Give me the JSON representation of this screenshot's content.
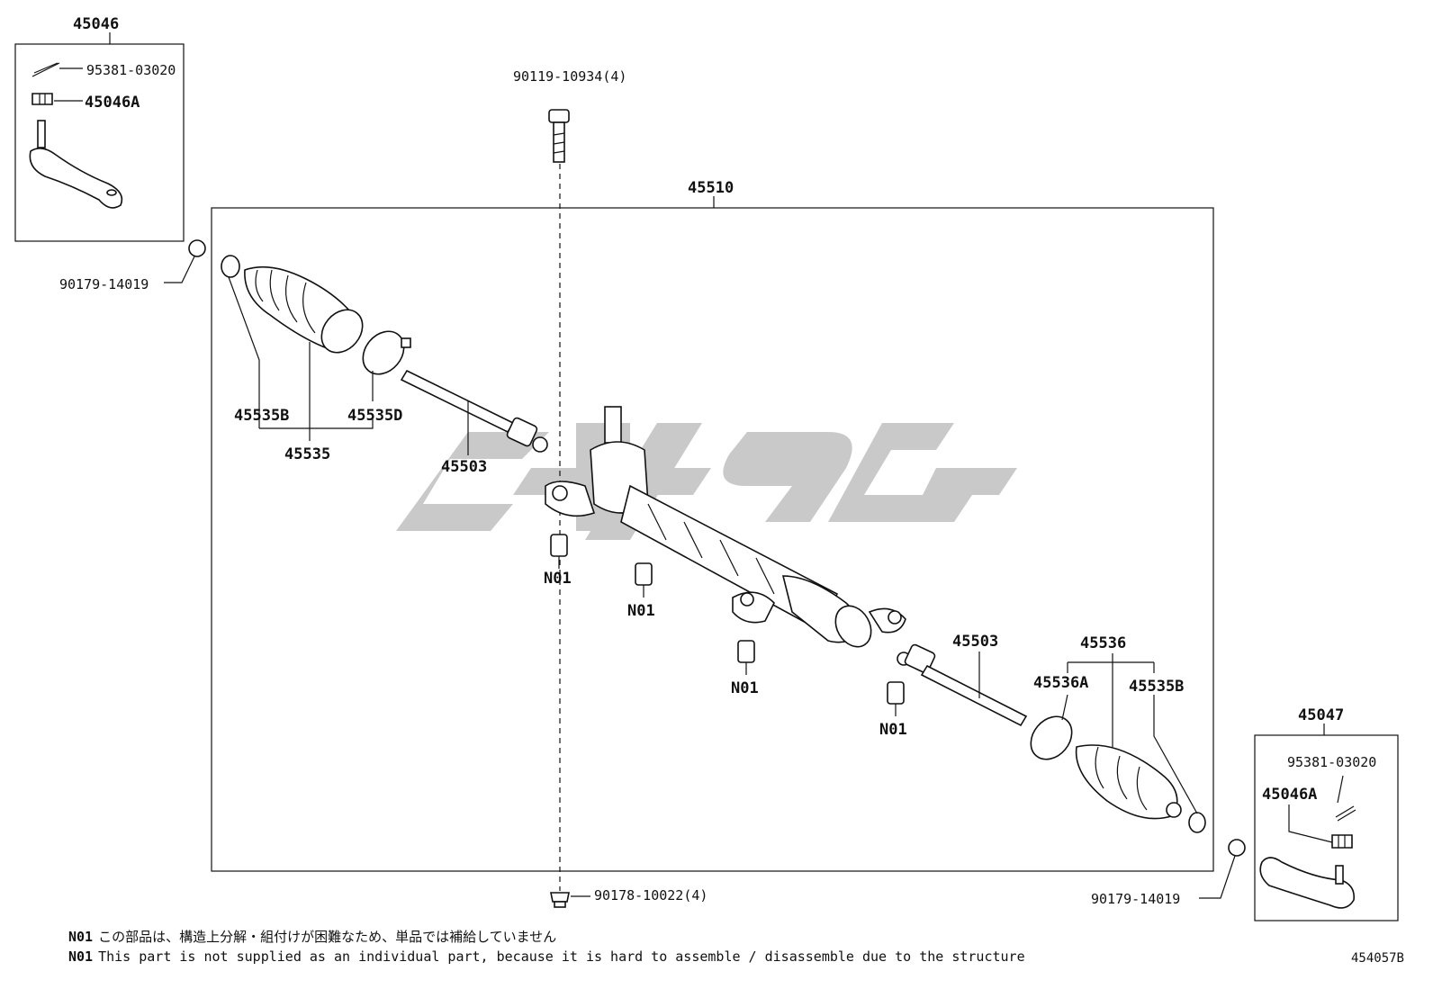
{
  "labels": {
    "kit_left": "45046",
    "cotter_left": "95381-03020",
    "nut_left": "45046A",
    "bolt_top": "90119-10934(4)",
    "rack_assy": "45510",
    "nut_outer_left": "90179-14019",
    "boot_clamp_small_left": "45535B",
    "boot_clamp_large_left": "45535D",
    "boot_left": "45535",
    "tie_rod_left": "45503",
    "n01_1": "N01",
    "n01_2": "N01",
    "n01_3": "N01",
    "n01_4": "N01",
    "tie_rod_right": "45503",
    "boot_right": "45536",
    "boot_clamp_large_right": "45536A",
    "boot_clamp_small_right": "45535B",
    "kit_right": "45047",
    "cotter_right": "95381-03020",
    "nut_right": "45046A",
    "nut_outer_right": "90179-14019",
    "nut_bottom": "90178-10022(4)"
  },
  "watermark": {
    "text": "ξ4ɑG",
    "color": "#c8c8c8"
  },
  "notes": [
    {
      "code": "N01",
      "text": "この部品は、構造上分解・組付けが困難なため、単品では補給していません"
    },
    {
      "code": "N01",
      "text": "This part is not supplied as an individual part, because it is hard to assemble / disassemble due to the structure"
    }
  ],
  "drawing_number": "454057B"
}
